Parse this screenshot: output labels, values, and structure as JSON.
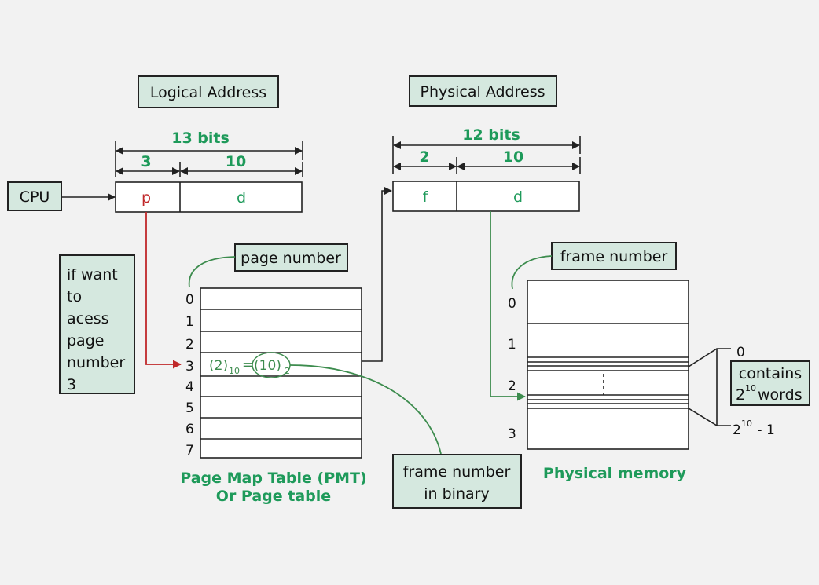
{
  "logical_address": {
    "title": "Logical Address",
    "total_bits": "13 bits",
    "p_bits": "3",
    "d_bits": "10",
    "p_label": "p",
    "d_label": "d"
  },
  "physical_address": {
    "title": "Physical Address",
    "total_bits": "12 bits",
    "f_bits": "2",
    "d_bits": "10",
    "f_label": "f",
    "d_label": "d"
  },
  "cpu_label": "CPU",
  "note_lines": [
    "if want",
    "to",
    "acess",
    "page",
    "number",
    "3"
  ],
  "page_table": {
    "callout": "page number",
    "row_numbers": [
      "0",
      "1",
      "2",
      "3",
      "4",
      "5",
      "6",
      "7"
    ],
    "entry": {
      "left_base": "(2)",
      "left_sub": "10",
      "equals": "=",
      "right_base": "(10)",
      "right_sub": "2"
    },
    "caption_line1": "Page Map Table (PMT)",
    "caption_line2": "Or Page table"
  },
  "frame_binary_label": [
    "frame number",
    "in binary"
  ],
  "physical_memory": {
    "callout": "frame number",
    "frame_numbers": [
      "0",
      "1",
      "2",
      "3"
    ],
    "caption": "Physical memory",
    "range_start": "0",
    "range_end_base": "2",
    "range_end_exp": "10",
    "range_end_suffix": " - 1",
    "contains_line1": "contains",
    "contains_base": "2",
    "contains_exp": "10",
    "contains_suffix": "words"
  },
  "colors": {
    "box_fill": "#d5e8df",
    "green": "#1e9a5a",
    "red": "#c0282a",
    "background": "#f2f2f2"
  }
}
